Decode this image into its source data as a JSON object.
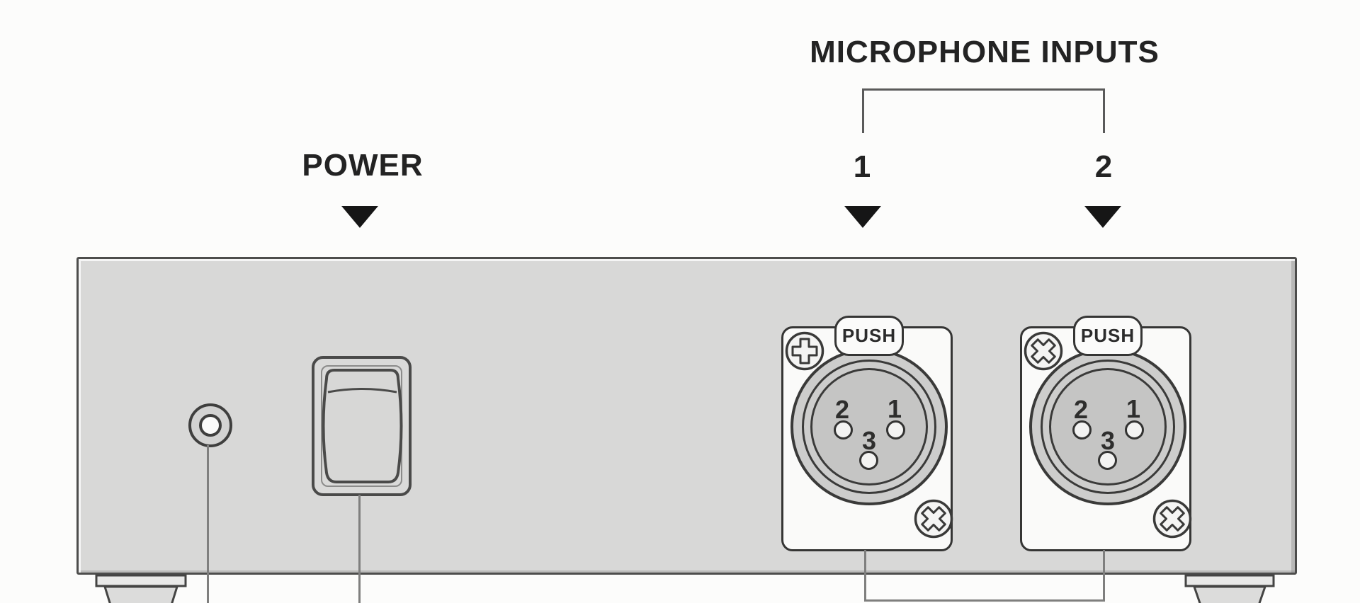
{
  "figure": {
    "kind": "audio-device-rear-panel-diagram",
    "labels": {
      "microphone_inputs": "MICROPHONE INPUTS",
      "power": "POWER",
      "input_1": "1",
      "input_2": "2"
    },
    "xlr": {
      "push": "PUSH",
      "pin_top_left": "2",
      "pin_top_right": "1",
      "pin_bottom": "3"
    },
    "colors": {
      "background": "#fcfcfb",
      "panel": "#d8d8d7",
      "plate": "#fafaf9",
      "annotation": "#232323"
    }
  }
}
